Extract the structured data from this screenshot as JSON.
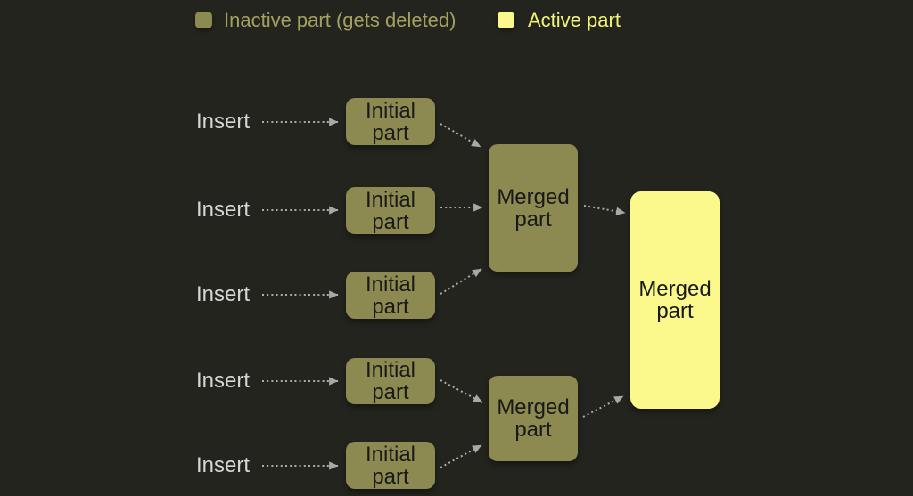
{
  "colors": {
    "background": "#24241f",
    "inactive_fill": "#8c8a50",
    "active_fill": "#fbf98c",
    "legend_inactive_text": "#a3a15f",
    "legend_active_text": "#f2f377",
    "insert_text": "#d6d6d6",
    "box_text": "#191919",
    "arrow": "#ababab"
  },
  "legend": {
    "inactive_label": "Inactive part (gets deleted)",
    "active_label": "Active part"
  },
  "rows": [
    {
      "insert_label": "Insert",
      "box_label": "Initial part"
    },
    {
      "insert_label": "Insert",
      "box_label": "Initial part"
    },
    {
      "insert_label": "Insert",
      "box_label": "Initial part"
    },
    {
      "insert_label": "Insert",
      "box_label": "Initial part"
    },
    {
      "insert_label": "Insert",
      "box_label": "Initial part"
    }
  ],
  "merged": {
    "first_label": "Merged part",
    "second_label": "Merged part",
    "final_label": "Merged part"
  }
}
